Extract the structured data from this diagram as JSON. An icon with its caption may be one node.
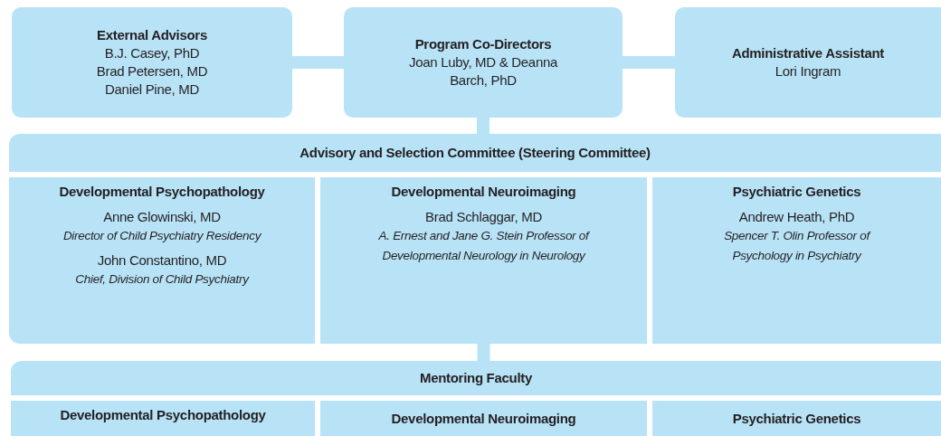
{
  "diagram": {
    "nodes": [
      {
        "text": [
          "External Advisors",
          "B.J. Casey, PhD",
          "Brad Petersen, MD",
          "Daniel Pine, MD"
        ]
      },
      {
        "text": [
          "Program Co-Directors",
          "Joan Luby, MD & Deanna Barch, PhD"
        ]
      },
      {
        "text": [
          "Administrative Assistant",
          "Lori Ingram"
        ]
      },
      {
        "text": [
          "Advisory and Selection Committee (Steering Committee)"
        ]
      },
      {
        "text": [
          "Developmental Psychopathology",
          "Anne Glowinski, MD",
          "Director of Child Psychiatry Residency",
          "John Constantino, MD",
          "Chief, Division of Child Psychiatry"
        ]
      },
      {
        "text": [
          "Developmental Neuroimaging",
          "Brad Schlaggar, MD",
          "A. Ernest and Jane G. Stein Professor of Developmental Neurology in Neurology"
        ]
      },
      {
        "text": [
          "Psychiatric Genetics",
          "Andrew Heath, PhD",
          "Spencer T. Olin Professor of Psychology in Psychiatry"
        ]
      },
      {
        "text": [
          "Mentoring Faculty"
        ]
      },
      {
        "text": [
          "Developmental Psychopathology"
        ]
      },
      {
        "text": [
          "Developmental Neuroimaging"
        ]
      },
      {
        "text": [
          "Psychiatric Genetics"
        ]
      }
    ],
    "edges": [
      {
        "from": 0,
        "to": 1,
        "arrow": "none"
      },
      {
        "from": 1,
        "to": 2,
        "arrow": "none"
      },
      {
        "from": 1,
        "to": 3,
        "arrow": "none"
      },
      {
        "from": 5,
        "to": 7,
        "arrow": "none"
      }
    ]
  }
}
